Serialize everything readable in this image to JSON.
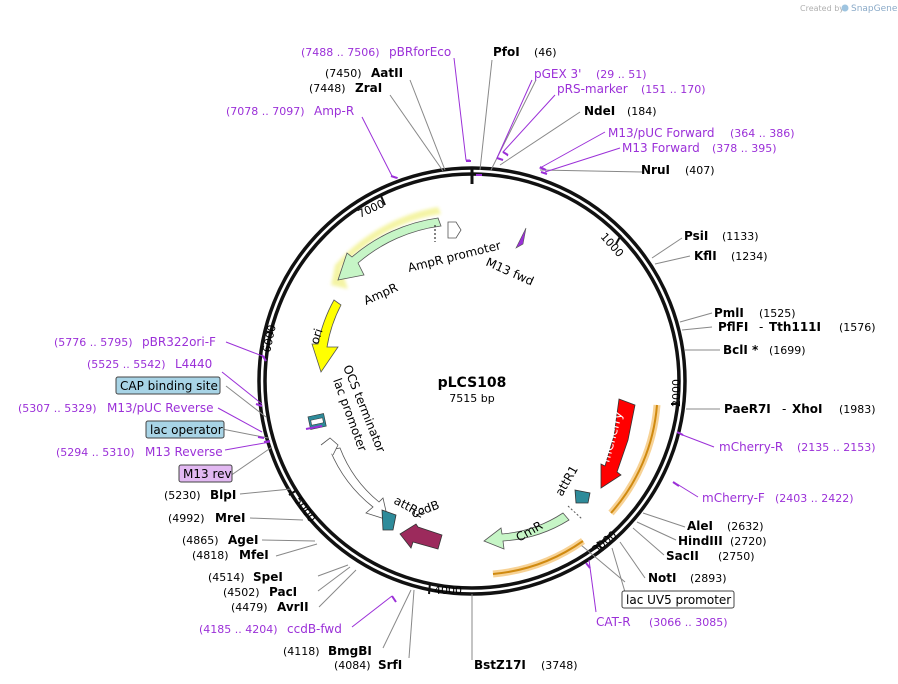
{
  "credit": "Created by",
  "credit_brand": "SnapGene",
  "plasmid": {
    "name": "pLCS108",
    "length_label": "7515 bp",
    "length": 7515
  },
  "ticks": [
    {
      "label": "1000",
      "bp": 1000
    },
    {
      "label": "2000",
      "bp": 2000
    },
    {
      "label": "3000",
      "bp": 3000
    },
    {
      "label": "4000",
      "bp": 4000
    },
    {
      "label": "5000",
      "bp": 5000
    },
    {
      "label": "6000",
      "bp": 6000
    },
    {
      "label": "7000",
      "bp": 7000
    }
  ],
  "enzymes": [
    {
      "name": "PfoI",
      "pos": "(46)",
      "bp": 46
    },
    {
      "name": "NdeI",
      "pos": "(184)",
      "bp": 184
    },
    {
      "name": "NruI",
      "pos": "(407)",
      "bp": 407
    },
    {
      "name": "PsiI",
      "pos": "(1133)",
      "bp": 1133
    },
    {
      "name": "KflI",
      "pos": "(1234)",
      "bp": 1234
    },
    {
      "name": "PmlI",
      "pos": "(1525)",
      "bp": 1525
    },
    {
      "name": "PflFI",
      "name2": "Tth111I",
      "pos": "(1576)",
      "bp": 1576
    },
    {
      "name": "BclI *",
      "pos": "(1699)",
      "bp": 1699
    },
    {
      "name": "PaeR7I",
      "name2": "XhoI",
      "pos": "(1983)",
      "bp": 1983
    },
    {
      "name": "AleI",
      "pos": "(2632)",
      "bp": 2632
    },
    {
      "name": "HindIII",
      "pos": "(2720)",
      "bp": 2720
    },
    {
      "name": "SacII",
      "pos": "(2750)",
      "bp": 2750
    },
    {
      "name": "NotI",
      "pos": "(2893)",
      "bp": 2893
    },
    {
      "name": "BstZ17I",
      "pos": "(3748)",
      "bp": 3748
    },
    {
      "name": "SrfI",
      "pos": "(4084)",
      "bp": 4084
    },
    {
      "name": "BmgBI",
      "pos": "(4118)",
      "bp": 4118
    },
    {
      "name": "AvrII",
      "pos": "(4479)",
      "bp": 4479
    },
    {
      "name": "PacI",
      "pos": "(4502)",
      "bp": 4502
    },
    {
      "name": "SpeI",
      "pos": "(4514)",
      "bp": 4514
    },
    {
      "name": "MfeI",
      "pos": "(4818)",
      "bp": 4818
    },
    {
      "name": "AgeI",
      "pos": "(4865)",
      "bp": 4865
    },
    {
      "name": "MreI",
      "pos": "(4992)",
      "bp": 4992
    },
    {
      "name": "BlpI",
      "pos": "(5230)",
      "bp": 5230
    },
    {
      "name": "ZraI",
      "pos": "(7448)",
      "bp": 7448
    },
    {
      "name": "AatII",
      "pos": "(7450)",
      "bp": 7450
    }
  ],
  "primers": [
    {
      "name": "pBRforEco",
      "range": "(7488 .. 7506)",
      "bp": 7497
    },
    {
      "name": "pGEX 3'",
      "range": "(29 .. 51)",
      "bp": 40
    },
    {
      "name": "pRS-marker",
      "range": "(151 .. 170)",
      "bp": 160
    },
    {
      "name": "M13/pUC Forward",
      "range": "(364 .. 386)",
      "bp": 375
    },
    {
      "name": "M13 Forward",
      "range": "(378 .. 395)",
      "bp": 386
    },
    {
      "name": "Amp-R",
      "range": "(7078 .. 7097)",
      "bp": 7088
    },
    {
      "name": "mCherry-R",
      "range": "(2135 .. 2153)",
      "bp": 2144
    },
    {
      "name": "mCherry-F",
      "range": "(2403 .. 2422)",
      "bp": 2412
    },
    {
      "name": "CAT-R",
      "range": "(3066 .. 3085)",
      "bp": 3075
    },
    {
      "name": "ccdB-fwd",
      "range": "(4185 .. 4204)",
      "bp": 4194
    },
    {
      "name": "pBR322ori-F",
      "range": "(5776 .. 5795)",
      "bp": 5785
    },
    {
      "name": "L4440",
      "range": "(5525 .. 5542)",
      "bp": 5533
    },
    {
      "name": "M13/pUC Reverse",
      "range": "(5307 .. 5329)",
      "bp": 5318
    },
    {
      "name": "M13 Reverse",
      "range": "(5294 .. 5310)",
      "bp": 5302
    }
  ],
  "boxed_labels": [
    {
      "name": "CAP binding site",
      "style": "blue"
    },
    {
      "name": "lac operator",
      "style": "blue"
    },
    {
      "name": "M13 rev",
      "style": "violet"
    },
    {
      "name": "lac UV5 promoter",
      "style": "white"
    }
  ],
  "features": [
    {
      "name": "AmpR",
      "color": "#c6f5c6"
    },
    {
      "name": "AmpR promoter",
      "color": "#ffffff"
    },
    {
      "name": "M13 fwd",
      "color": "#9b30d8"
    },
    {
      "name": "ori",
      "color": "#ffff00"
    },
    {
      "name": "OCS terminator",
      "color": "#ffffff"
    },
    {
      "name": "lac promoter",
      "color": "#ffffff"
    },
    {
      "name": "attR2",
      "color": "#2e8b9a"
    },
    {
      "name": "ccdB",
      "color": "#9c2a5c"
    },
    {
      "name": "CmR",
      "color": "#c6f5c6"
    },
    {
      "name": "attR1",
      "color": "#2e8b9a"
    },
    {
      "name": "mCherry",
      "color": "#ff0000"
    }
  ]
}
